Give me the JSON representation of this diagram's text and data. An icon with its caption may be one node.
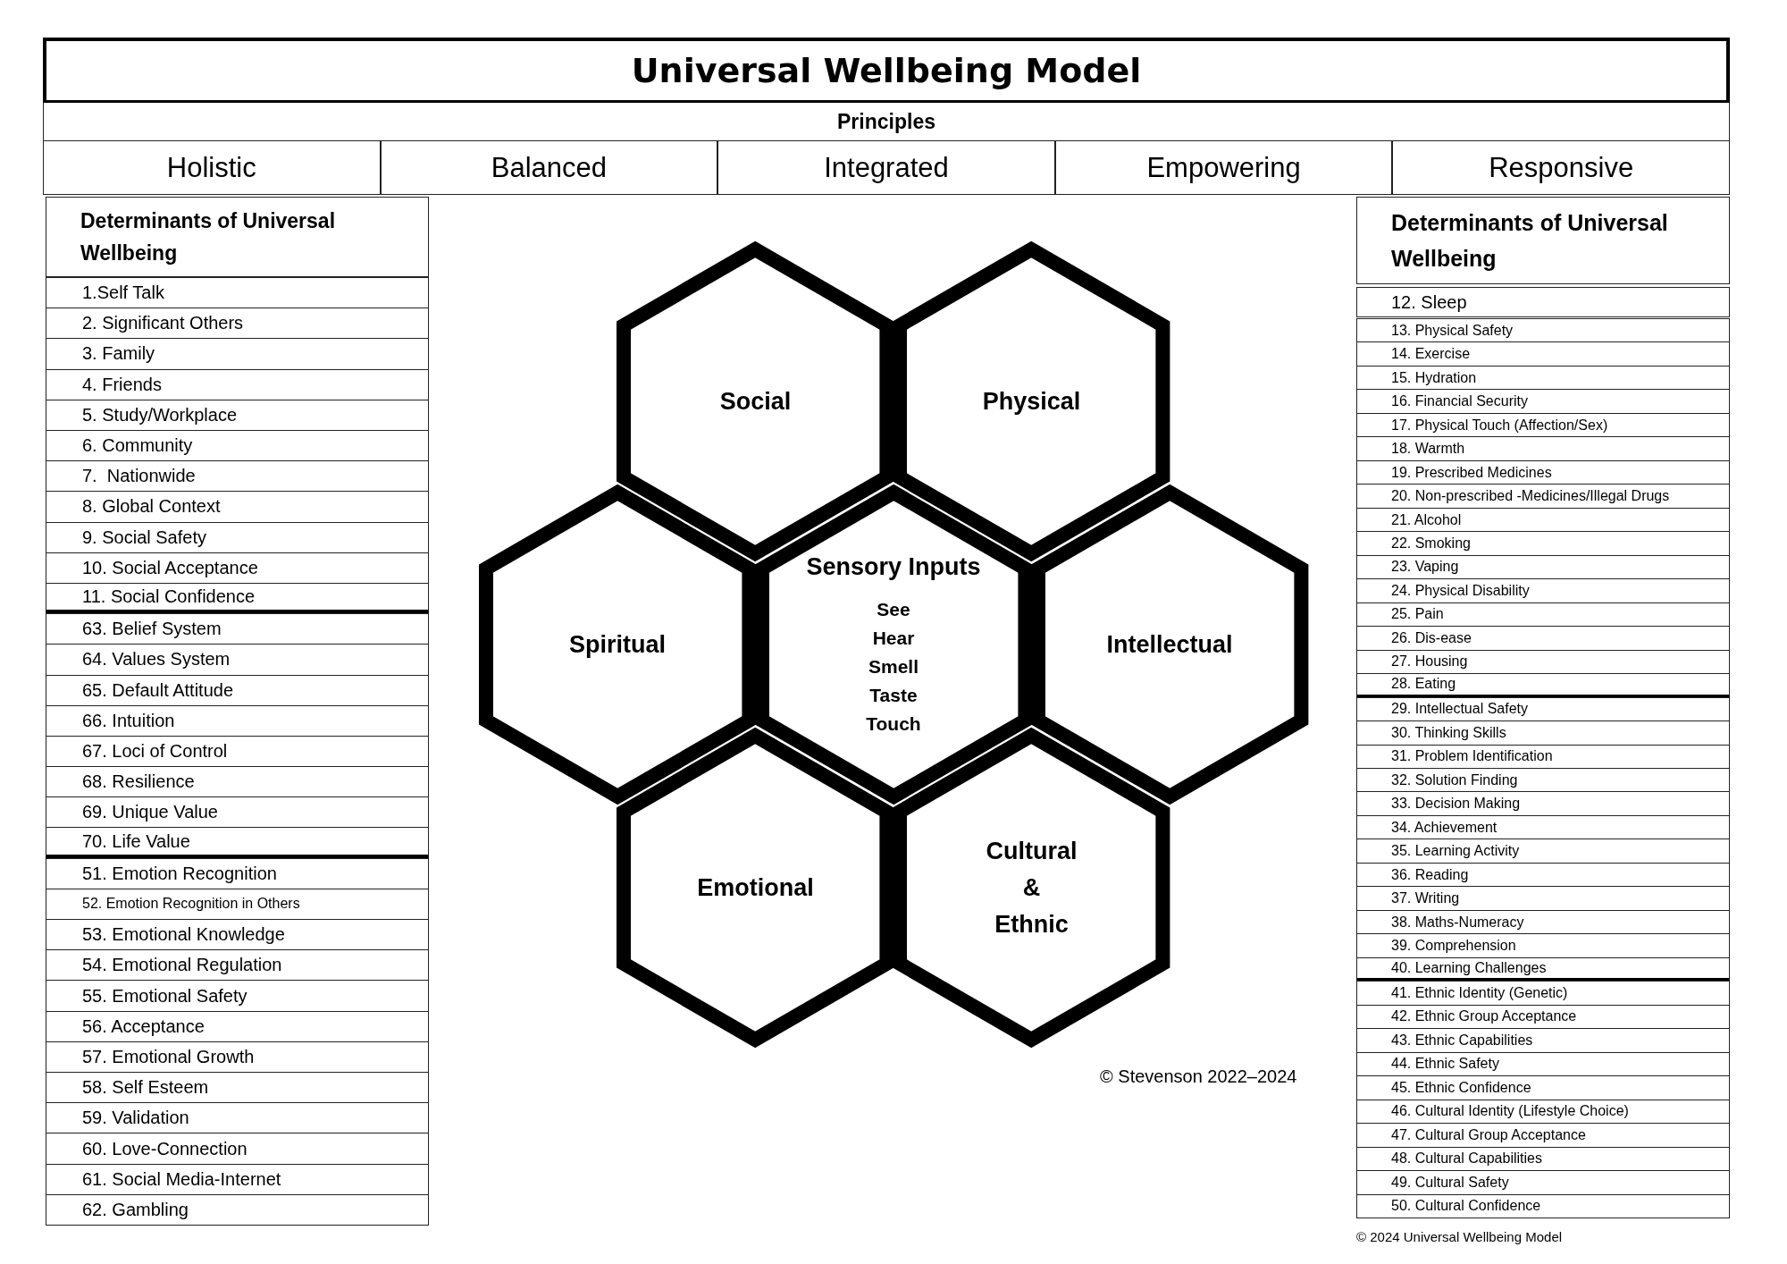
{
  "diagram": {
    "title": "Universal Wellbeing Model",
    "nodes": [
      {
        "text": [
          "Social"
        ]
      },
      {
        "text": [
          "Physical"
        ]
      },
      {
        "text": [
          "Spiritual"
        ]
      },
      {
        "text": [
          "Sensory Inputs",
          "See Hear Smell Taste Touch"
        ]
      },
      {
        "text": [
          "Intellectual"
        ]
      },
      {
        "text": [
          "Emotional"
        ]
      },
      {
        "text": [
          "Cultural & Ethnic"
        ]
      }
    ],
    "labels": [
      "Principles",
      "Holistic",
      "Balanced",
      "Integrated",
      "Empowering",
      "Responsive",
      "Determinants of Universal Wellbeing",
      "1.Self Talk",
      "2. Significant Others",
      "3. Family",
      "4. Friends",
      "5. Study/Workplace",
      "6. Community",
      "7.  Nationwide",
      "8. Global Context",
      "9. Social Safety",
      "10. Social Acceptance",
      "11. Social Confidence",
      "63. Belief System",
      "64. Values System",
      "65. Default Attitude",
      "66. Intuition",
      "67. Loci of Control",
      "68. Resilience",
      "69. Unique Value",
      "70. Life Value",
      "51. Emotion Recognition",
      "52. Emotion Recognition in Others",
      "53. Emotional Knowledge",
      "54. Emotional Regulation",
      "55. Emotional Safety",
      "56. Acceptance",
      "57. Emotional Growth",
      "58. Self Esteem",
      "59. Validation",
      "60. Love-Connection",
      "61. Social Media-Internet",
      "62. Gambling",
      "Determinants of Universal Wellbeing",
      "12. Sleep",
      "13. Physical Safety",
      "14. Exercise",
      "15. Hydration",
      "16. Financial Security",
      "17. Physical Touch (Affection/Sex)",
      "18. Warmth",
      "19. Prescribed Medicines",
      "20. Non-prescribed -Medicines/Illegal Drugs",
      "21. Alcohol",
      "22. Smoking",
      "23. Vaping",
      "24. Physical Disability",
      "25. Pain",
      "26. Dis-ease",
      "27. Housing",
      "28. Eating",
      "29. Intellectual Safety",
      "30. Thinking Skills",
      "31. Problem Identification",
      "32. Solution Finding",
      "33. Decision Making",
      "34. Achievement",
      "35. Learning Activity",
      "36. Reading",
      "37. Writing",
      "38. Maths-Numeracy",
      "39. Comprehension",
      "40. Learning Challenges",
      "41. Ethnic Identity (Genetic)",
      "42. Ethnic Group Acceptance",
      "43. Ethnic Capabilities",
      "44. Ethnic Safety",
      "45. Ethnic Confidence",
      "46. Cultural Identity (Lifestyle Choice)",
      "47. Cultural Group Acceptance",
      "48. Cultural Capabilities",
      "49. Cultural Safety",
      "50. Cultural Confidence",
      "© Stevenson 2022–2024",
      "© 2024 Universal Wellbeing Model"
    ]
  }
}
